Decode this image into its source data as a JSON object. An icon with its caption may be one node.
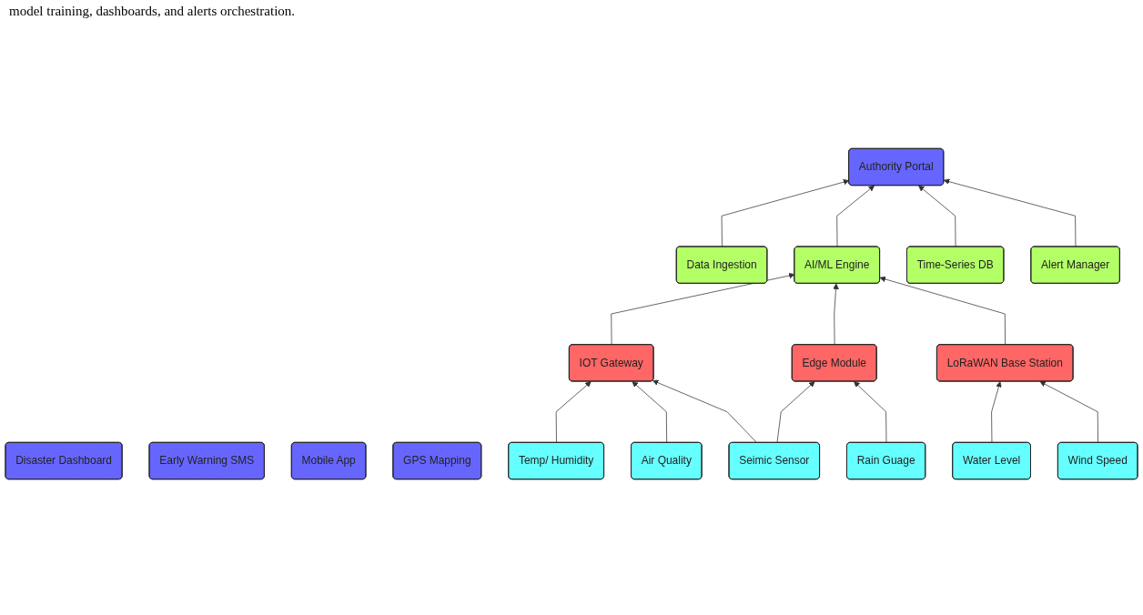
{
  "diagram": {
    "nodes": [
      {
        "text": [
          "Disaster Dashboard"
        ]
      },
      {
        "text": [
          "Early Warning SMS"
        ]
      },
      {
        "text": [
          "Authority Portal"
        ]
      },
      {
        "text": [
          "Mobile App"
        ]
      },
      {
        "text": [
          "GPS Mapping"
        ]
      },
      {
        "text": [
          "Data Ingestion"
        ]
      },
      {
        "text": [
          "AI/ML Engine"
        ]
      },
      {
        "text": [
          "Time-Series DB"
        ]
      },
      {
        "text": [
          "Alert Manager"
        ]
      },
      {
        "text": [
          "IOT Gateway"
        ]
      },
      {
        "text": [
          "Edge Module"
        ]
      },
      {
        "text": [
          "LoRaWAN Base Station"
        ]
      },
      {
        "text": [
          "Temp/ Humidity"
        ]
      },
      {
        "text": [
          "Air Quality"
        ]
      },
      {
        "text": [
          "Seimic Sensor"
        ]
      },
      {
        "text": [
          "Rain Guage"
        ]
      },
      {
        "text": [
          "Water Level"
        ]
      },
      {
        "text": [
          "Wind Speed"
        ]
      }
    ],
    "edges": [
      {
        "from": 5,
        "to": 2,
        "arrow": "to"
      },
      {
        "from": 6,
        "to": 2,
        "arrow": "to"
      },
      {
        "from": 7,
        "to": 2,
        "arrow": "to"
      },
      {
        "from": 8,
        "to": 2,
        "arrow": "to"
      },
      {
        "from": 9,
        "to": 6,
        "arrow": "to"
      },
      {
        "from": 10,
        "to": 6,
        "arrow": "to"
      },
      {
        "from": 11,
        "to": 6,
        "arrow": "to"
      },
      {
        "from": 12,
        "to": 9,
        "arrow": "to"
      },
      {
        "from": 13,
        "to": 9,
        "arrow": "to"
      },
      {
        "from": 14,
        "to": 9,
        "arrow": "to"
      },
      {
        "from": 14,
        "to": 10,
        "arrow": "to"
      },
      {
        "from": 15,
        "to": 10,
        "arrow": "to"
      },
      {
        "from": 16,
        "to": 11,
        "arrow": "to"
      },
      {
        "from": 17,
        "to": 11,
        "arrow": "to"
      }
    ],
    "labels": [
      "model training, dashboards, and alerts orchestration."
    ]
  }
}
